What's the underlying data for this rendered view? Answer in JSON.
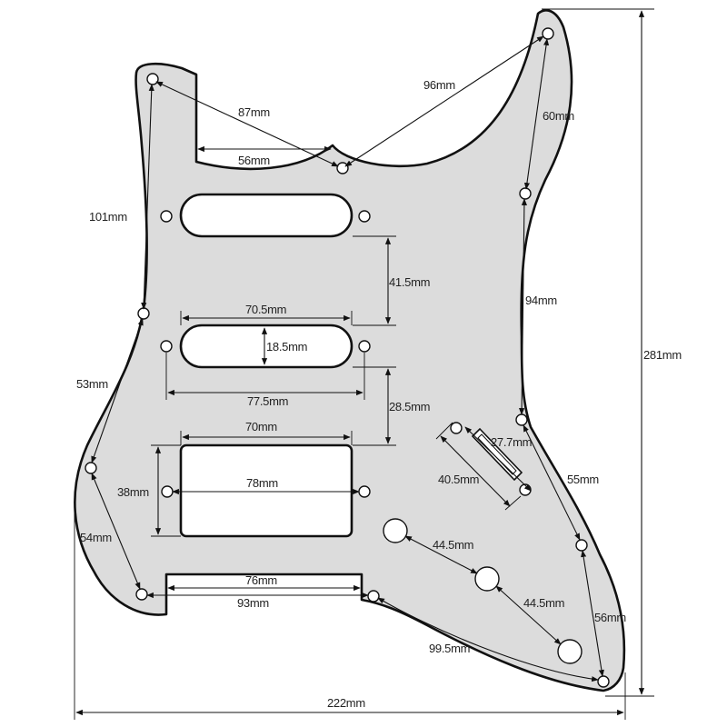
{
  "labels": {
    "d96": "96mm",
    "d60": "60mm",
    "d87": "87mm",
    "d56a": "56mm",
    "d101": "101mm",
    "d41_5": "41.5mm",
    "d94": "94mm",
    "d70_5": "70.5mm",
    "d18_5": "18.5mm",
    "d281": "281mm",
    "d53": "53mm",
    "d77_5": "77.5mm",
    "d28_5": "28.5mm",
    "d70": "70mm",
    "d27_7": "27.7mm",
    "d55": "55mm",
    "d40_5": "40.5mm",
    "d38": "38mm",
    "d78": "78mm",
    "d54": "54mm",
    "d44_5a": "44.5mm",
    "d44_5b": "44.5mm",
    "d76": "76mm",
    "d93": "93mm",
    "d56b": "56mm",
    "d99_5": "99.5mm",
    "d222": "222mm"
  },
  "colors": {
    "body": "#dcdcdc",
    "outline": "#111111",
    "background": "#ffffff"
  }
}
